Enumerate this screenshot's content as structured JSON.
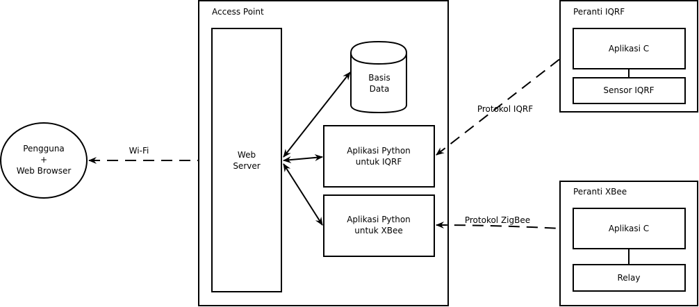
{
  "user": {
    "line1": "Pengguna",
    "line2": "+",
    "line3": "Web Browser"
  },
  "wifi_label": "Wi-Fi",
  "access_point": {
    "title": "Access Point",
    "web_server": {
      "line1": "Web",
      "line2": "Server"
    },
    "database": {
      "line1": "Basis",
      "line2": "Data"
    },
    "python_iqrf": {
      "line1": "Aplikasi Python",
      "line2": "untuk IQRF"
    },
    "python_xbee": {
      "line1": "Aplikasi Python",
      "line2": "untuk XBee"
    }
  },
  "iqrf_protocol_label": "Protokol IQRF",
  "zigbee_protocol_label": "Protokol ZigBee",
  "iqrf_device": {
    "title": "Peranti IQRF",
    "app": "Aplikasi C",
    "sensor": "Sensor IQRF"
  },
  "xbee_device": {
    "title": "Peranti XBee",
    "app": "Aplikasi C",
    "relay": "Relay"
  }
}
